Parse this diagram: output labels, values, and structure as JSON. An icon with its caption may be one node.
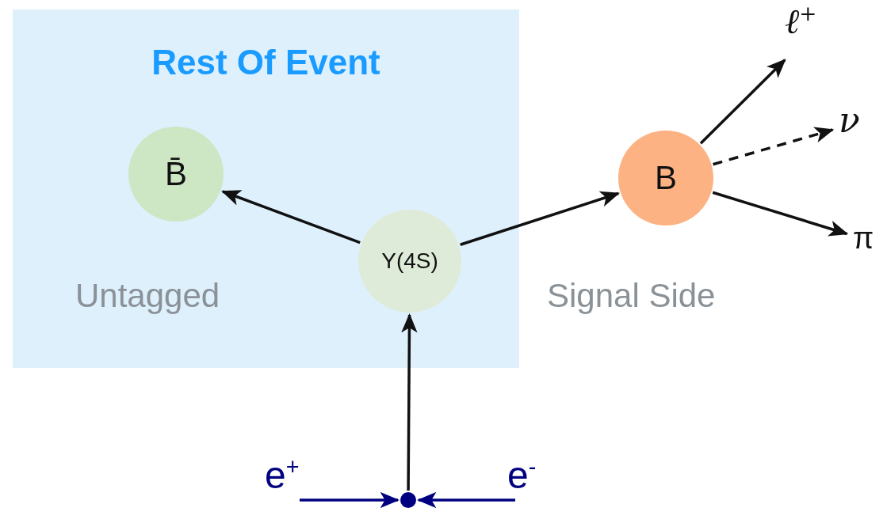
{
  "diagram": {
    "nodes": [
      {
        "text": [
          "Rest Of Event"
        ]
      },
      {
        "text": [
          "B̄"
        ],
        "in": 0
      },
      {
        "text": [
          "Y(4S)"
        ],
        "in": 0
      },
      {
        "text": [
          "B"
        ]
      },
      {
        "text": [
          "ℓ$^{+}$"
        ]
      },
      {
        "text": [
          "ν"
        ]
      },
      {
        "text": [
          "π"
        ]
      },
      {
        "text": [
          "e$^{+}$"
        ]
      },
      {
        "text": [],
        "shape": "circle"
      },
      {
        "text": [
          "e$^{-}$"
        ]
      }
    ],
    "edges": [
      {
        "from": 2,
        "to": 1,
        "arrow": "to"
      },
      {
        "from": 2,
        "to": 3,
        "arrow": "to"
      },
      {
        "from": 3,
        "to": 4,
        "arrow": "to"
      },
      {
        "from": 3,
        "to": 5,
        "arrow": "to",
        "style": "dashed"
      },
      {
        "from": 3,
        "to": 6,
        "arrow": "to"
      },
      {
        "from": 7,
        "to": 8,
        "arrow": "to",
        "color": "#000080"
      },
      {
        "from": 9,
        "to": 8,
        "arrow": "to",
        "color": "#000080"
      },
      {
        "from": 8,
        "to": 2,
        "arrow": "to"
      }
    ],
    "labels": [
      "Untagged",
      "Signal Side"
    ]
  }
}
